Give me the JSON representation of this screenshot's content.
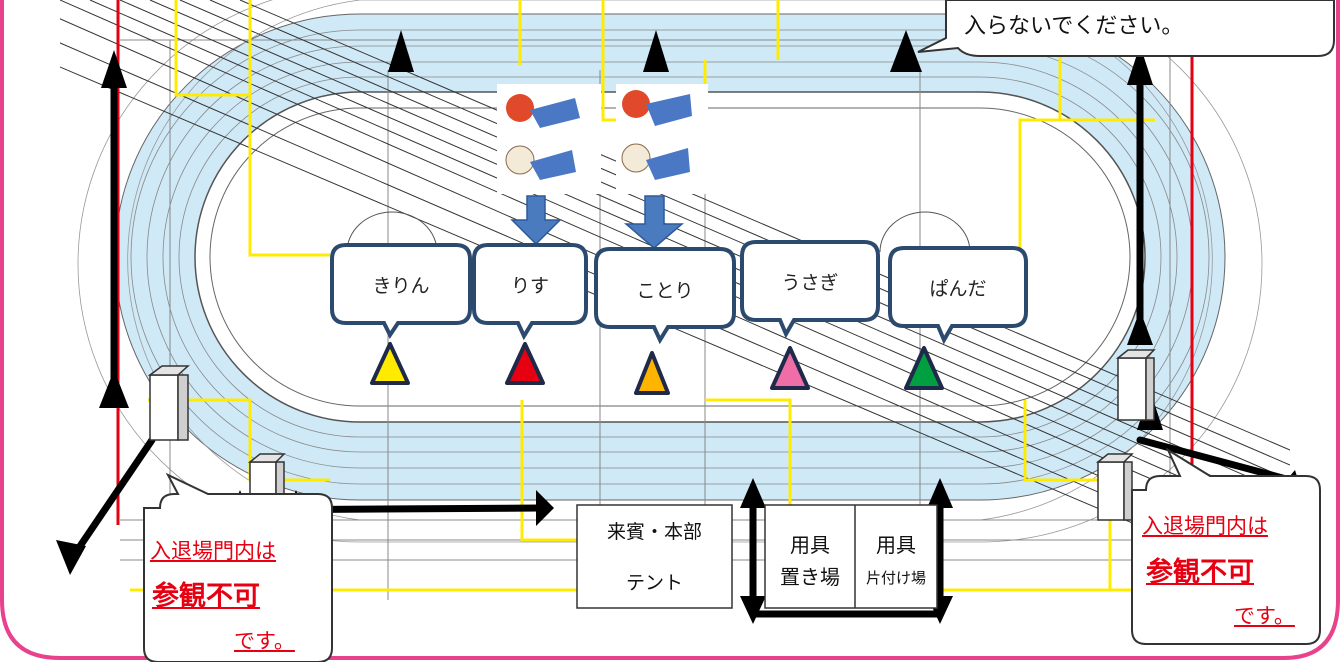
{
  "top_note": "入らないでください。",
  "teams": [
    {
      "name": "きりん",
      "marker_color": "#ffeb00"
    },
    {
      "name": "りす",
      "marker_color": "#e60012"
    },
    {
      "name": "ことり",
      "marker_color": "#ffb400"
    },
    {
      "name": "うさぎ",
      "marker_color": "#f06ea8"
    },
    {
      "name": "ぱんだ",
      "marker_color": "#00a040"
    }
  ],
  "tent_label": {
    "line1": "来賓・本部",
    "line2": "テント"
  },
  "equipment": [
    {
      "line1": "用具",
      "line2": "置き場"
    },
    {
      "line1": "用具",
      "line2": "片付け場"
    }
  ],
  "gate_notes": [
    {
      "line1": "入退場門内は",
      "line2": "参観不可",
      "line3": "です。"
    },
    {
      "line1": "入退場門内は",
      "line2": "参観不可",
      "line3": "です。"
    }
  ],
  "colors": {
    "track": "#cfe9f7",
    "zone_line": "#ffeb00",
    "boundary": "#e60012",
    "frame": "#e8428c",
    "callout_stroke": "#2c4a6e",
    "arrow_blue": "#4a7bbf"
  }
}
